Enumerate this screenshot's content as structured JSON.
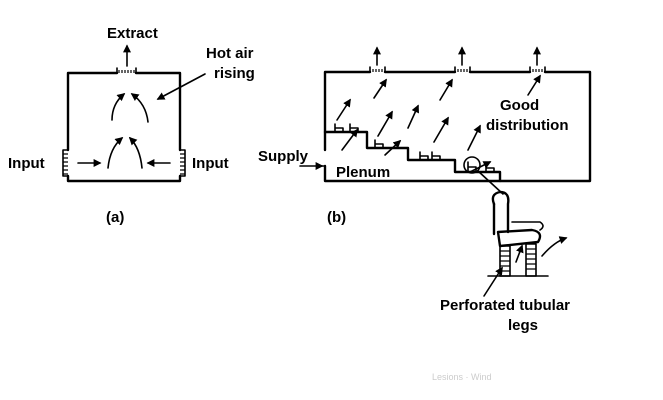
{
  "panel_a": {
    "extract_label": "Extract",
    "hot_air_label_line1": "Hot air",
    "hot_air_label_line2": "rising",
    "input_left_label": "Input",
    "input_right_label": "Input",
    "caption": "(a)"
  },
  "panel_b": {
    "supply_label": "Supply",
    "plenum_label": "Plenum",
    "good_distribution_line1": "Good",
    "good_distribution_line2": "distribution",
    "caption": "(b)",
    "perforated_line1": "Perforated tubular",
    "perforated_line2": "legs"
  },
  "footer": {
    "faint_text": "Lesions · Wind"
  },
  "colors": {
    "ink": "#000000",
    "background": "#ffffff"
  }
}
